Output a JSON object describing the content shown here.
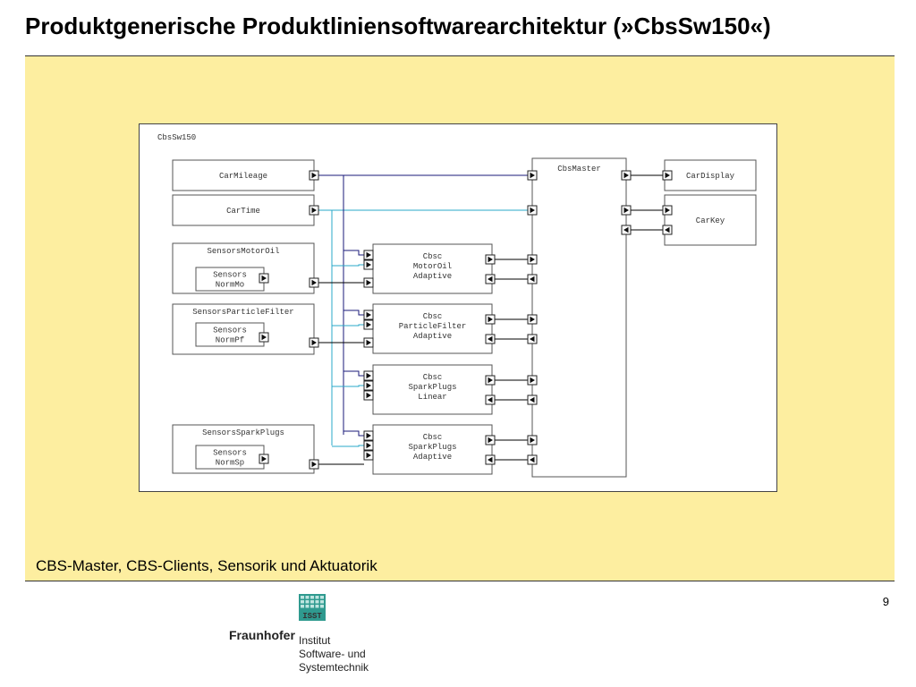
{
  "slide": {
    "title": "Produktgenerische Produktliniensoftwarearchitektur (»CbsSw150«)",
    "caption": "CBS-Master, CBS-Clients, Sensorik und Aktuatorik",
    "page_number": "9"
  },
  "logo": {
    "brand": "Fraunhofer",
    "badge": "ISST",
    "lines": [
      "Institut",
      "Software- und",
      "Systemtechnik"
    ]
  },
  "diagram": {
    "frame_label": "CbsSw150",
    "components": {
      "car_mileage": [
        "CarMileage"
      ],
      "car_time": [
        "CarTime"
      ],
      "sensors_motor_oil": [
        "SensorsMotorOil"
      ],
      "sensors_norm_mo": [
        "Sensors",
        "NormMo"
      ],
      "sensors_particle_filter": [
        "SensorsParticleFilter"
      ],
      "sensors_norm_pf": [
        "Sensors",
        "NormPf"
      ],
      "sensors_spark_plugs": [
        "SensorsSparkPlugs"
      ],
      "sensors_norm_sp": [
        "Sensors",
        "NormSp"
      ],
      "cbsc_motor_oil_adaptive": [
        "Cbsc",
        "MotorOil",
        "Adaptive"
      ],
      "cbsc_particle_filter_adaptive": [
        "Cbsc",
        "ParticleFilter",
        "Adaptive"
      ],
      "cbsc_spark_plugs_linear": [
        "Cbsc",
        "SparkPlugs",
        "Linear"
      ],
      "cbsc_spark_plugs_adaptive": [
        "Cbsc",
        "SparkPlugs",
        "Adaptive"
      ],
      "cbs_master": [
        "CbsMaster"
      ],
      "car_display": [
        "CarDisplay"
      ],
      "car_key": [
        "CarKey"
      ]
    },
    "colors": {
      "mileage_wire": "#1a1a7a",
      "time_wire": "#29a8c8",
      "local_wire": "#000000"
    }
  }
}
